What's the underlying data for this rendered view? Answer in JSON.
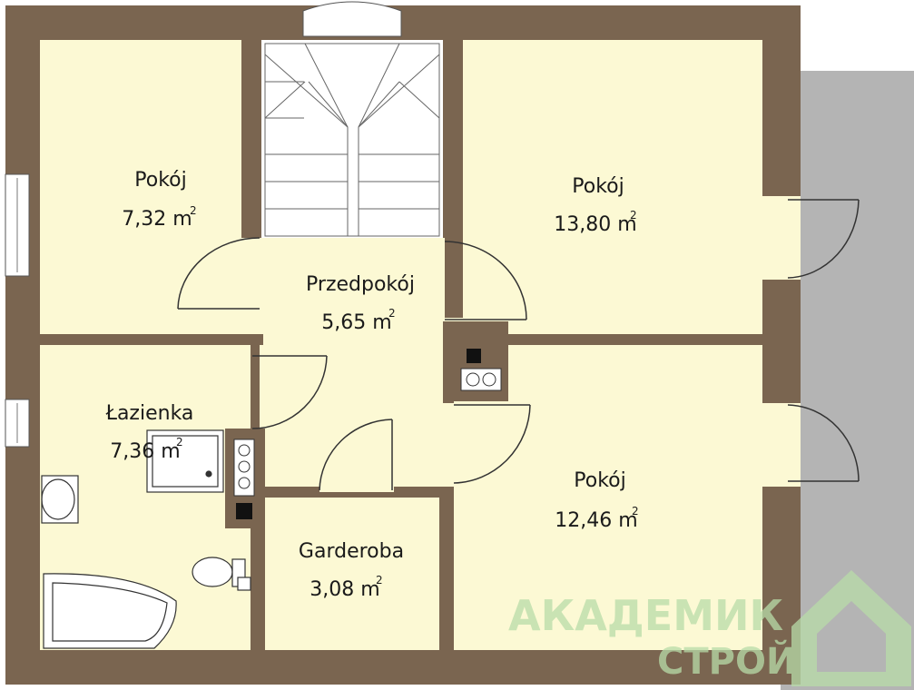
{
  "rooms": [
    {
      "id": "pokoj-nw",
      "name": "Pokój",
      "area": "7,32 m",
      "sup": "2"
    },
    {
      "id": "pokoj-ne",
      "name": "Pokój",
      "area": "13,80 m",
      "sup": "2"
    },
    {
      "id": "przedpokoj",
      "name": "Przedpokój",
      "area": "5,65 m",
      "sup": "2"
    },
    {
      "id": "lazienka",
      "name": "Łazienka",
      "area": "7,36 m",
      "sup": "2"
    },
    {
      "id": "pokoj-se",
      "name": "Pokój",
      "area": "12,46 m",
      "sup": "2"
    },
    {
      "id": "garderoba",
      "name": "Garderoba",
      "area": "3,08 m",
      "sup": "2"
    }
  ],
  "watermark": {
    "line1": "АКАДЕМИК",
    "line2": "СТРОЙ"
  },
  "colors": {
    "wall": "#7a6550",
    "floor": "#fcf9d4",
    "terrace": "#b4b4b4",
    "outline": "#333333",
    "watermark": "#b8dca8"
  }
}
